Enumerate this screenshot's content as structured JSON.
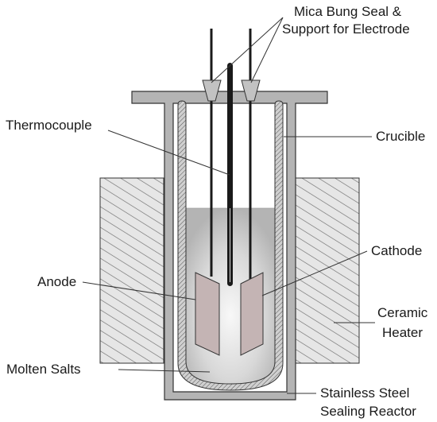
{
  "labels": {
    "mica_line1": "Mica Bung Seal &",
    "mica_line2": "Support for Electrode",
    "thermocouple": "Thermocouple",
    "crucible": "Crucible",
    "cathode": "Cathode",
    "anode": "Anode",
    "ceramic_line1": "Ceramic",
    "ceramic_line2": "Heater",
    "molten_salts": "Molten Salts",
    "stainless_line1": "Stainless Steel",
    "stainless_line2": "Sealing Reactor"
  },
  "colors": {
    "outline": "#333333",
    "reactor_wall": "#a9a9a9",
    "reactor_flange": "#b4b4b4",
    "crucible_wall": "#bdbdbd",
    "heater_fill": "#e6e6e6",
    "heater_hatch": "#6e6e6e",
    "salt_edge": "#b8b8b8",
    "salt_center": "#f6f6f6",
    "electrode": "#c4b4b4",
    "rod": "#1a1a1a",
    "bung": "#c2c2c2"
  }
}
